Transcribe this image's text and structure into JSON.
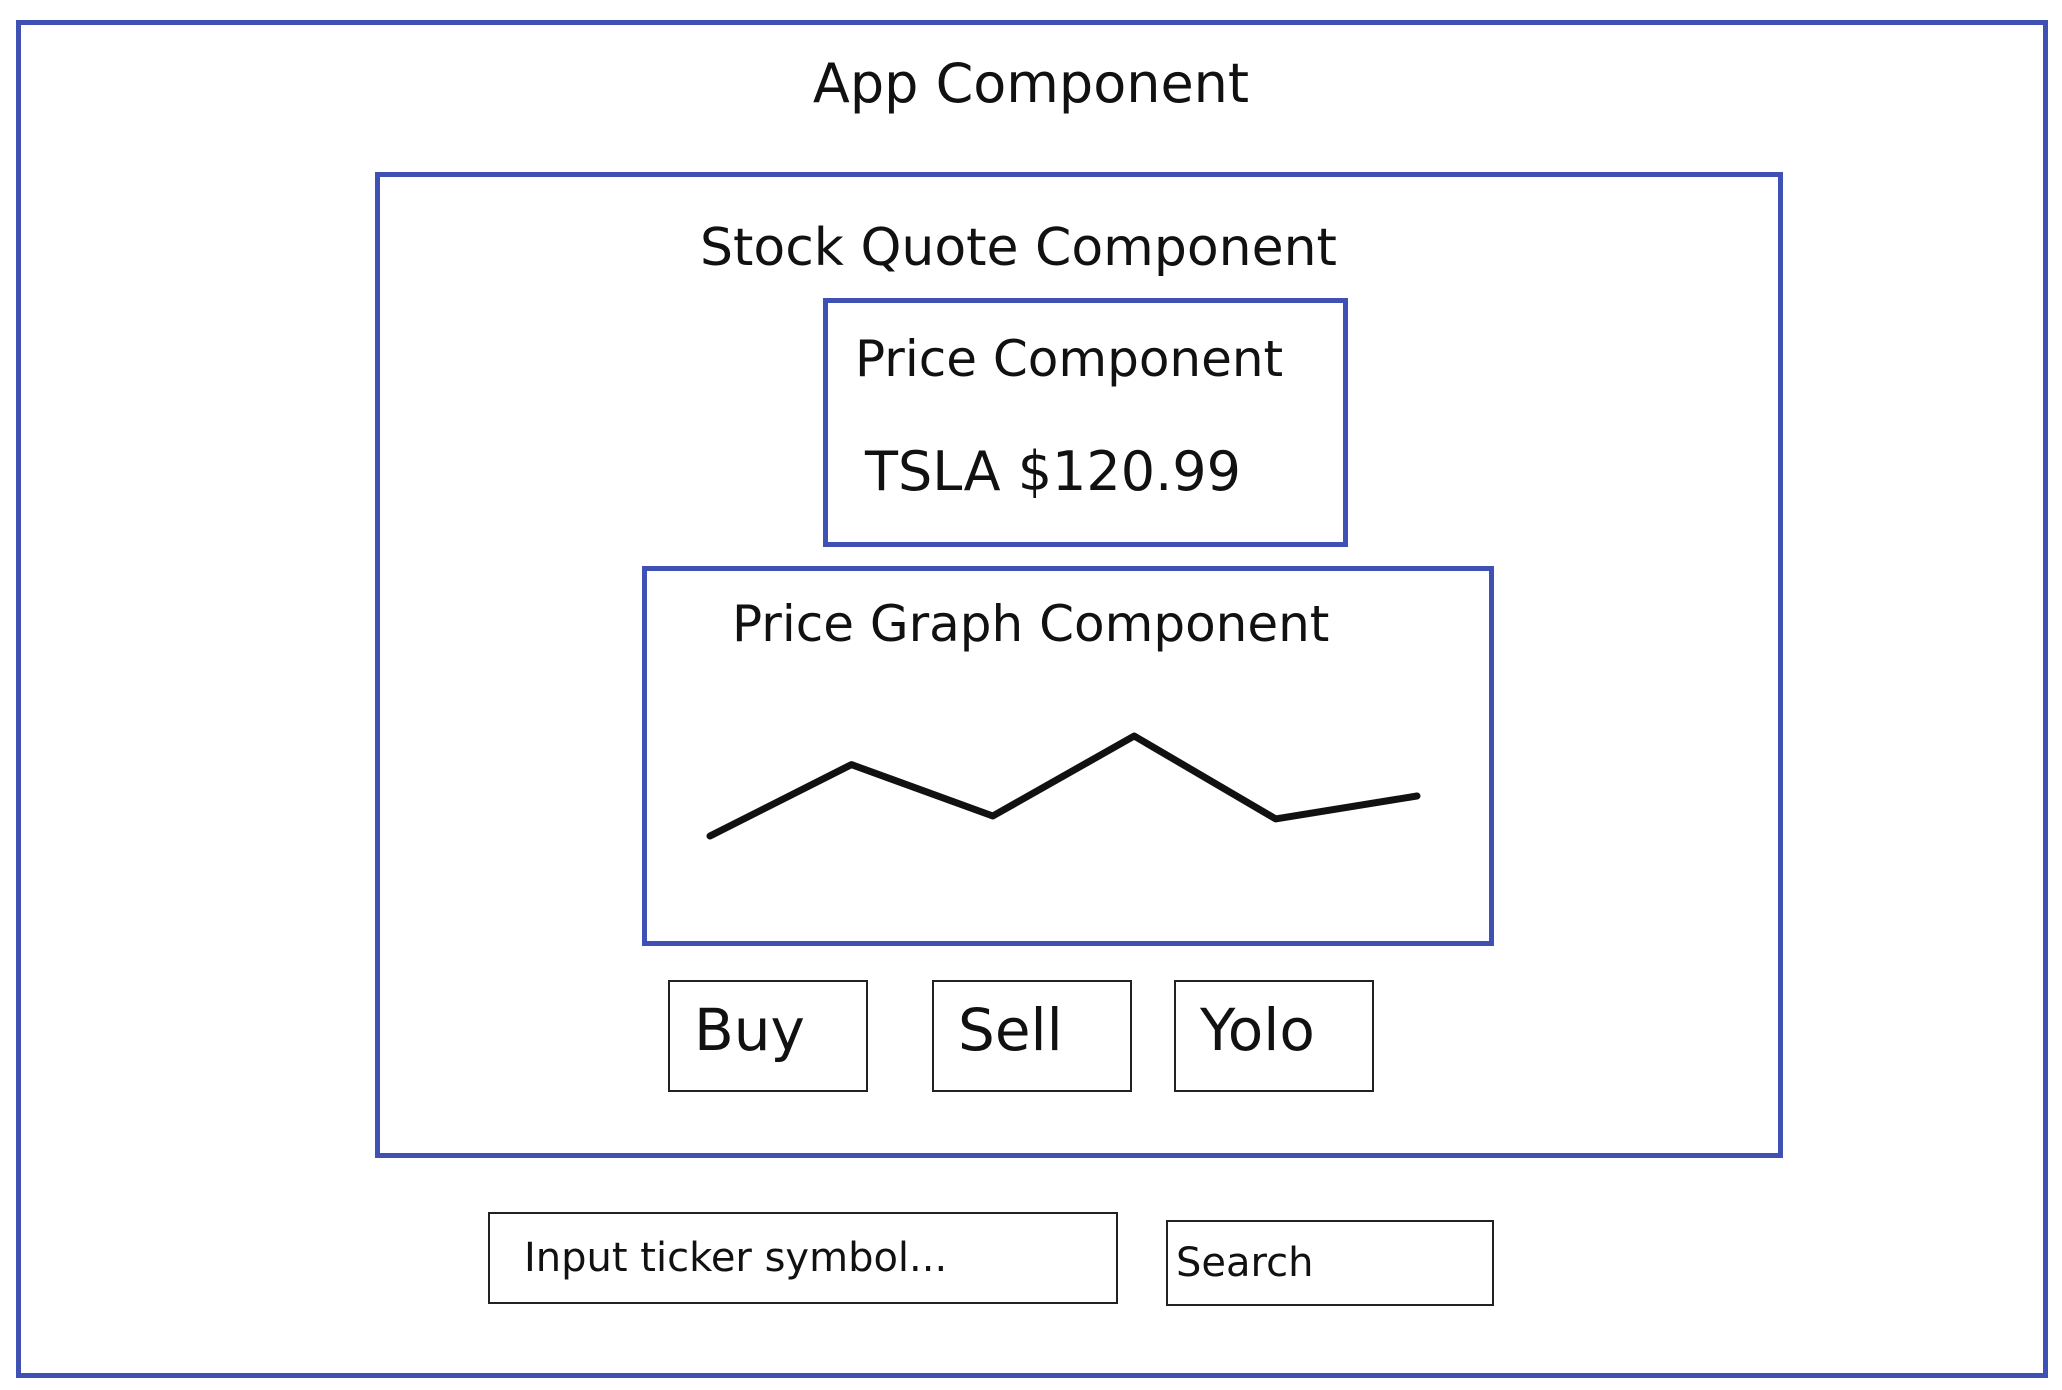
{
  "app": {
    "title": "App Component"
  },
  "stock_quote": {
    "title": "Stock Quote Component",
    "price": {
      "title": "Price Component",
      "value": "TSLA $120.99"
    },
    "graph": {
      "title": "Price Graph Component",
      "points": [
        3,
        28,
        10,
        38,
        9,
        17
      ]
    },
    "buttons": {
      "buy": "Buy",
      "sell": "Sell",
      "yolo": "Yolo"
    }
  },
  "search": {
    "placeholder": "Input ticker symbol...",
    "button_label": "Search"
  },
  "colors": {
    "component_border": "#3f51b5",
    "sketch_stroke": "#111111"
  }
}
